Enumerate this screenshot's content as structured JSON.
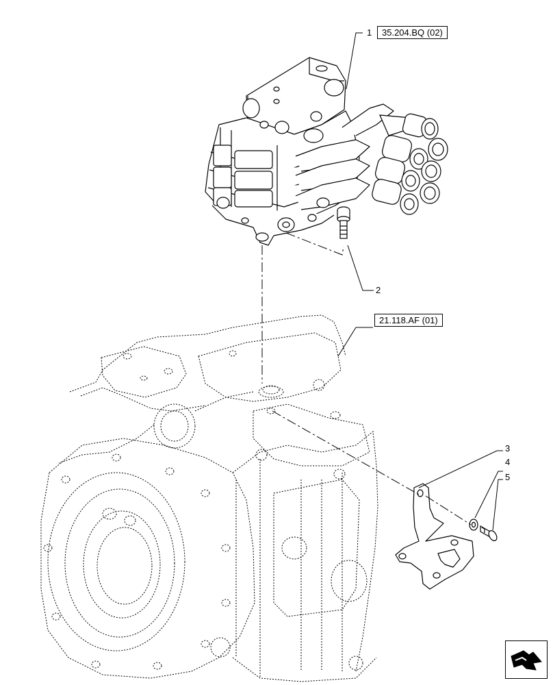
{
  "callouts": [
    {
      "id": "1",
      "label": "1"
    },
    {
      "id": "2",
      "label": "2"
    },
    {
      "id": "3",
      "label": "3"
    },
    {
      "id": "4",
      "label": "4"
    },
    {
      "id": "5",
      "label": "5"
    }
  ],
  "references": {
    "valve_ref": "35.204.BQ (02)",
    "housing_ref": "21.118.AF (01)"
  },
  "icons": {
    "nav": "next-page-arrow-icon"
  },
  "colors": {
    "line": "#000000",
    "background": "#ffffff"
  }
}
